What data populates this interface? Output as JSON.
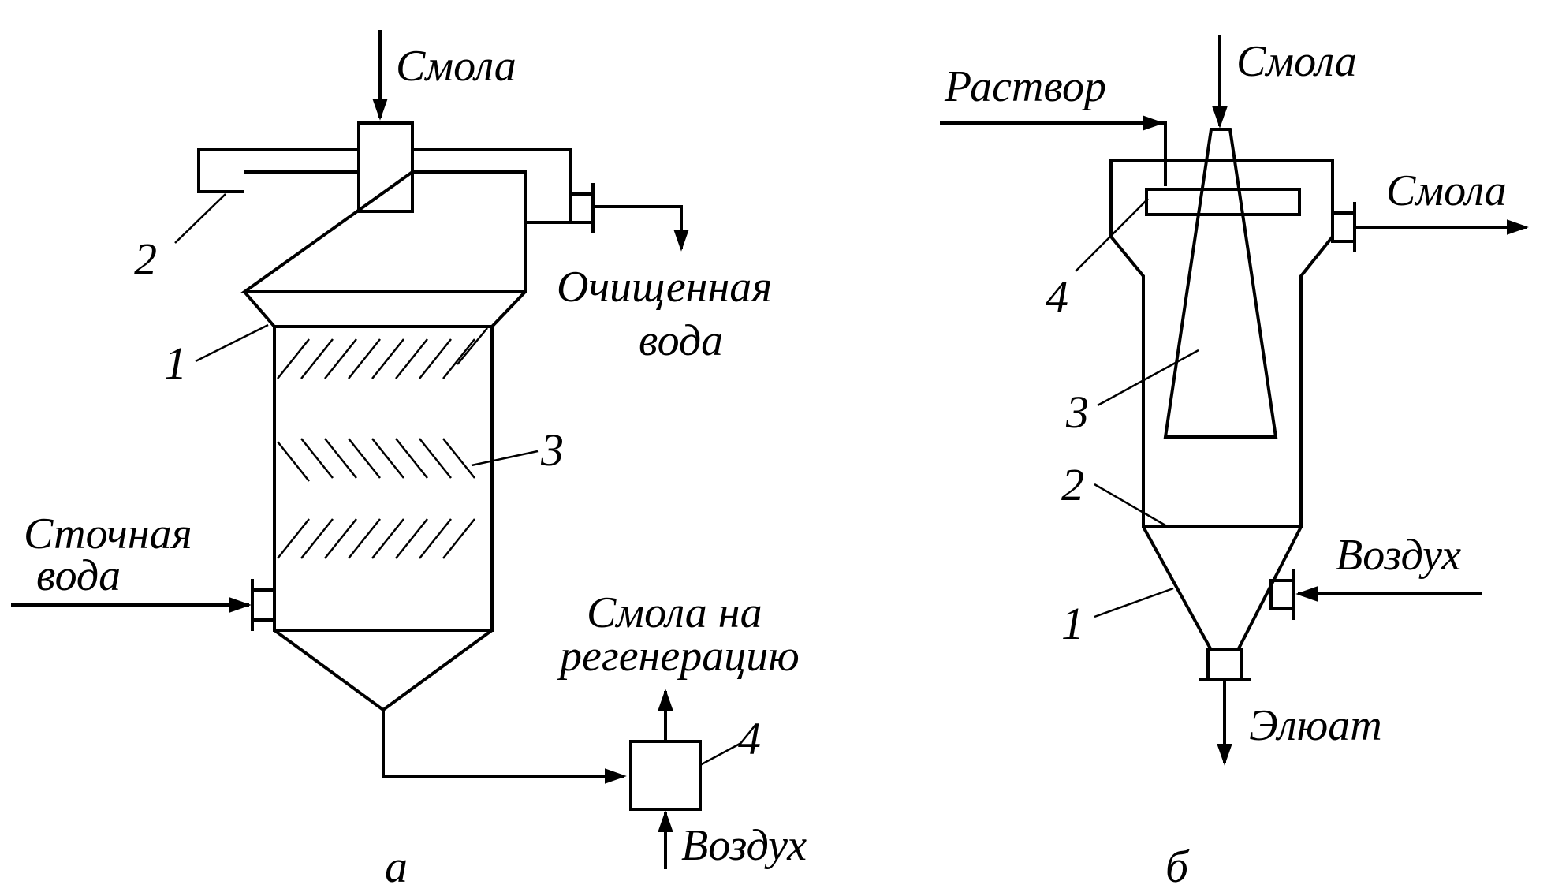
{
  "diagram_a": {
    "caption": "а",
    "labels": {
      "resin_in": "Смола",
      "purified_water_l1": "Очищенная",
      "purified_water_l2": "вода",
      "wastewater_l1": "Сточная",
      "wastewater_l2": "вода",
      "resin_regen_l1": "Смола на",
      "resin_regen_l2": "регенерацию",
      "air": "Воздух"
    },
    "numbers": {
      "n1": "1",
      "n2": "2",
      "n3": "3",
      "n4": "4"
    }
  },
  "diagram_b": {
    "caption": "б",
    "labels": {
      "solution": "Раствор",
      "resin_in": "Смола",
      "resin_out": "Смола",
      "air": "Воздух",
      "eluate": "Элюат"
    },
    "numbers": {
      "n1": "1",
      "n2": "2",
      "n3": "3",
      "n4": "4"
    }
  }
}
